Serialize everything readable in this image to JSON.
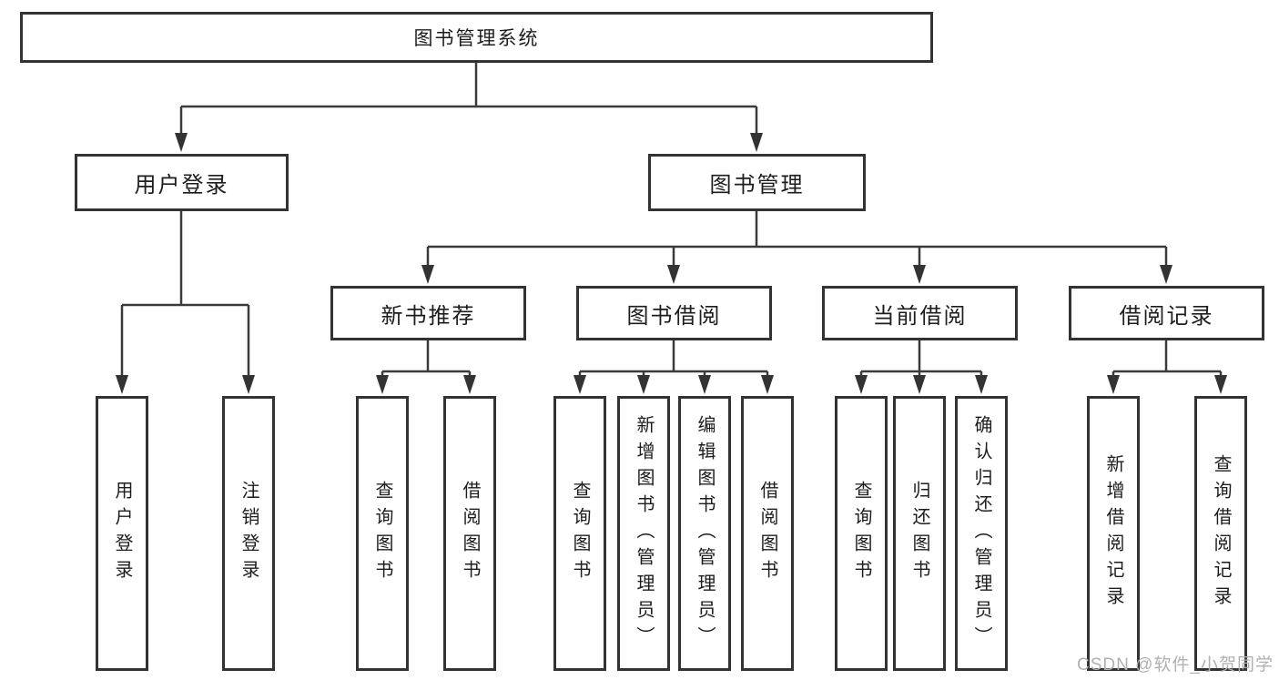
{
  "tree": {
    "label": "图书管理系统",
    "children": [
      {
        "label": "用户登录",
        "children": [
          {
            "label": "用户登录"
          },
          {
            "label": "注销登录"
          }
        ]
      },
      {
        "label": "图书管理",
        "children": [
          {
            "label": "新书推荐",
            "children": [
              {
                "label": "查询图书"
              },
              {
                "label": "借阅图书"
              }
            ]
          },
          {
            "label": "图书借阅",
            "children": [
              {
                "label": "查询图书"
              },
              {
                "label": "新增图书（管理员）"
              },
              {
                "label": "编辑图书（管理员）"
              },
              {
                "label": "借阅图书"
              }
            ]
          },
          {
            "label": "当前借阅",
            "children": [
              {
                "label": "查询图书"
              },
              {
                "label": "归还图书"
              },
              {
                "label": "确认归还（管理员）"
              }
            ]
          },
          {
            "label": "借阅记录",
            "children": [
              {
                "label": "新增借阅记录"
              },
              {
                "label": "查询借阅记录"
              }
            ]
          }
        ]
      }
    ]
  },
  "watermark": {
    "text": "CSDN @软件_小贺同学"
  },
  "colors": {
    "background": "#ffffff",
    "box_border": "#333333",
    "connector_line": "#3a3a3a",
    "text": "#1d1d1d",
    "watermark": "#b0b0b0"
  }
}
